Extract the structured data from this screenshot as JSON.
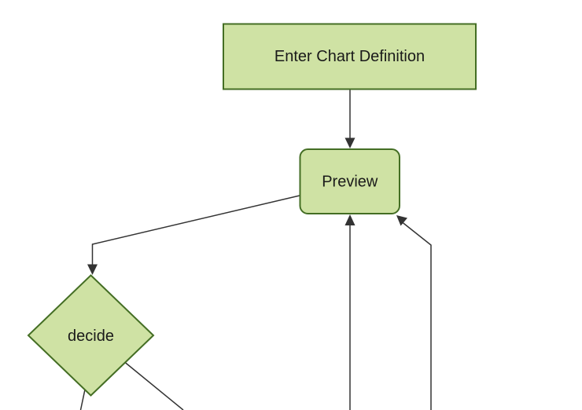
{
  "diagram": {
    "background": "#ffffff",
    "colors": {
      "node_fill": "#cfe2a4",
      "node_border": "#446e24",
      "edge_line": "#333333",
      "label_text": "#1a1a1a"
    },
    "nodes": [
      {
        "id": "enter-chart-definition",
        "shape": "rectangle",
        "label": "Enter Chart Definition"
      },
      {
        "id": "preview",
        "shape": "rounded-rectangle",
        "label": "Preview"
      },
      {
        "id": "decide",
        "shape": "diamond",
        "label": "decide"
      }
    ],
    "edges": [
      {
        "from": "enter-chart-definition",
        "to": "preview",
        "arrowhead": true
      },
      {
        "from": "preview",
        "to": "decide",
        "arrowhead": true
      },
      {
        "from": "offscreen-bottom",
        "to": "preview",
        "arrowhead": true
      },
      {
        "from": "offscreen-bottom-right",
        "to": "preview",
        "arrowhead": true
      },
      {
        "from": "decide",
        "to": "offscreen-bottom-left",
        "arrowhead": false
      },
      {
        "from": "decide",
        "to": "offscreen-bottom-right",
        "arrowhead": false
      }
    ]
  }
}
